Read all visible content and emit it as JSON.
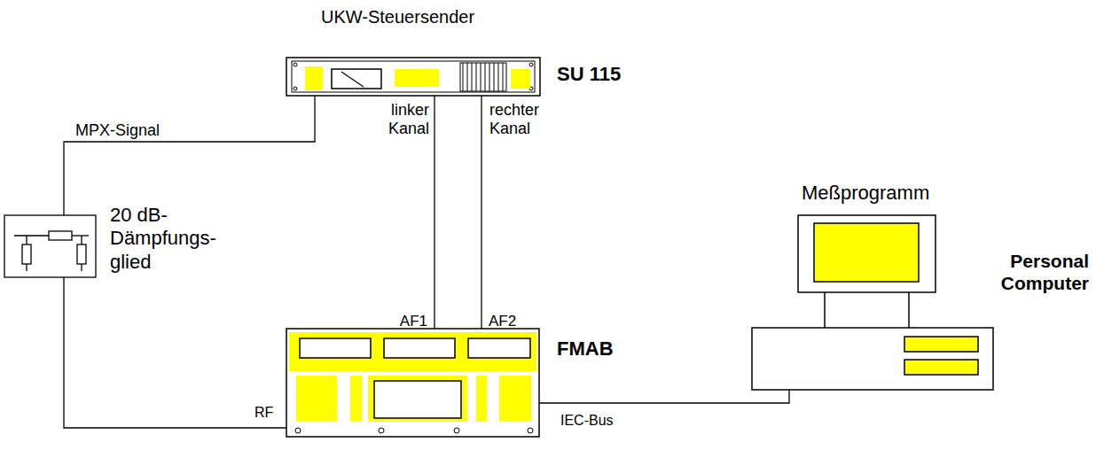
{
  "diagram": {
    "nodes": [
      {
        "text": [
          "UKW-Steuersender",
          "SU 115"
        ]
      },
      {
        "text": [
          "20 dB- Dämpfungs- glied"
        ]
      },
      {
        "text": [
          "FMAB"
        ]
      },
      {
        "text": [
          "Meßprogramm",
          "Personal Computer"
        ]
      }
    ],
    "edges": [
      {
        "from": 0,
        "to": 1,
        "label": "MPX-Signal",
        "arrow": "none"
      },
      {
        "from": 1,
        "to": 2,
        "arrow": "none"
      },
      {
        "from": 0,
        "to": 2,
        "label": "linker Kanal",
        "arrow": "none"
      },
      {
        "from": 0,
        "to": 2,
        "label": "rechter Kanal",
        "arrow": "none"
      },
      {
        "from": 2,
        "to": 3,
        "label": "IEC-Bus",
        "arrow": "none"
      }
    ],
    "labels": [
      "AF1",
      "AF2",
      "RF"
    ]
  }
}
